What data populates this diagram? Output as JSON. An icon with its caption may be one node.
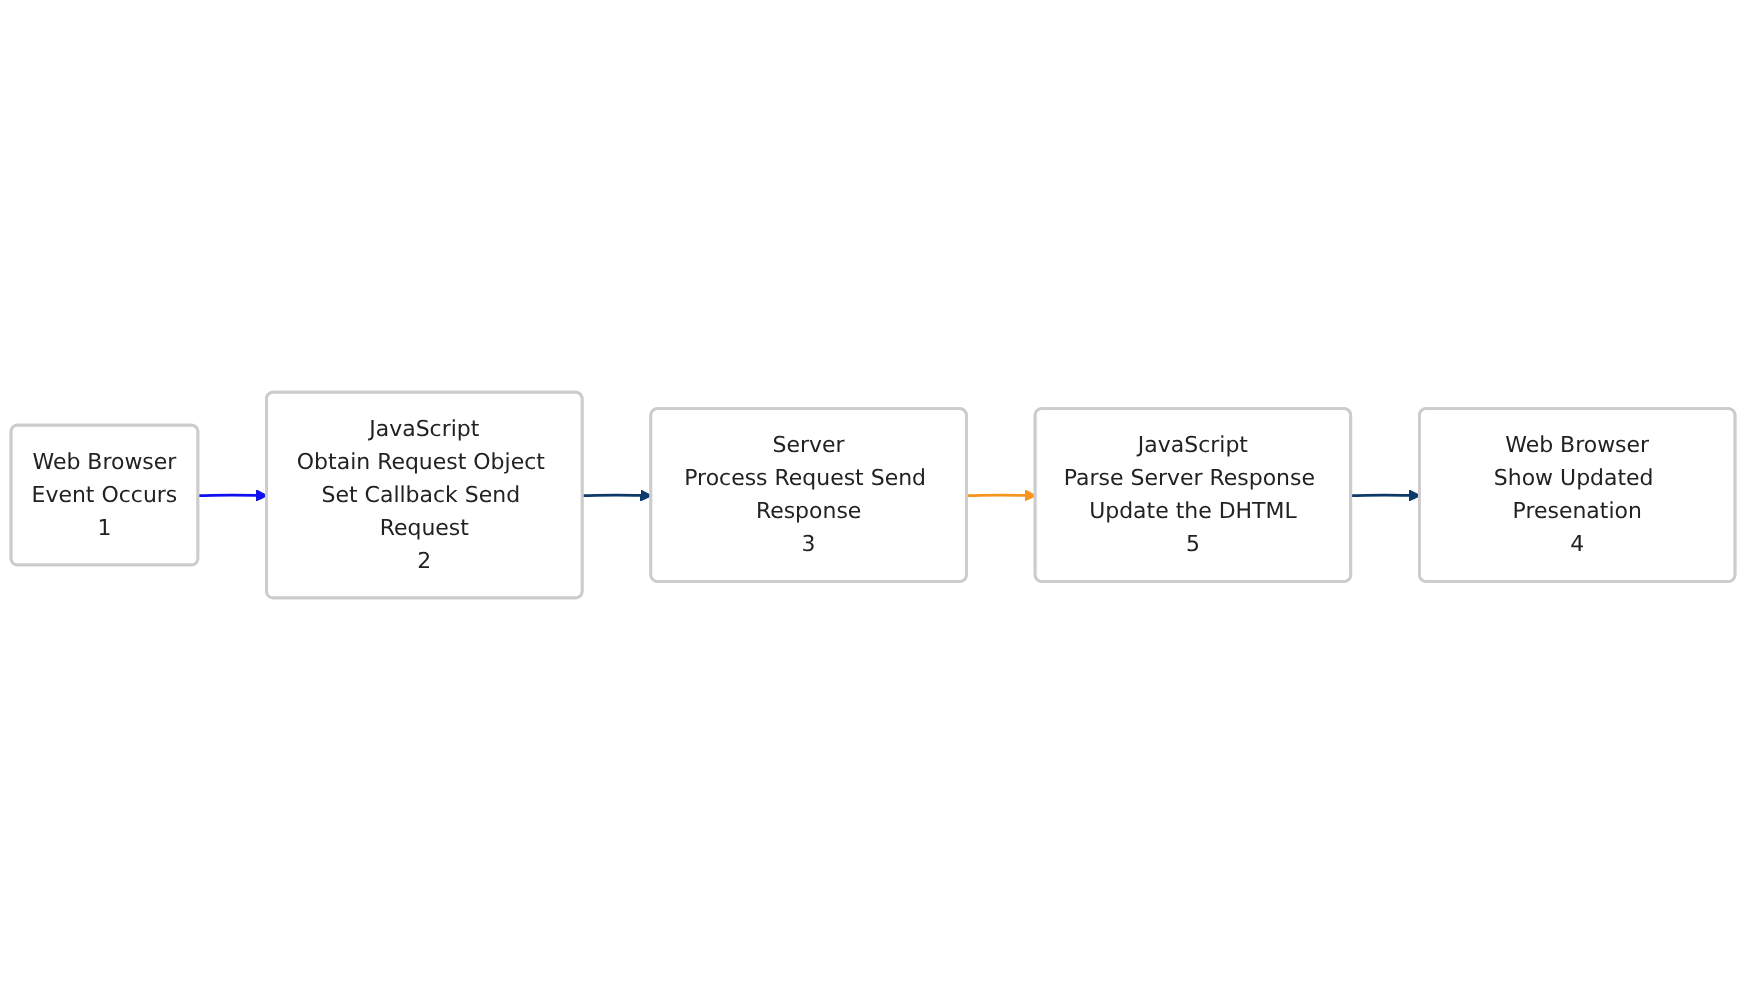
{
  "diagram": {
    "nodes": [
      {
        "text": [
          "Web Browser",
          "Event Occurs",
          "1"
        ]
      },
      {
        "text": [
          "JavaScript",
          "Obtain Request Object Set Callback Send Request",
          "2"
        ]
      },
      {
        "text": [
          "Server",
          "Process Request Send Response",
          "3"
        ]
      },
      {
        "text": [
          "Web Browser",
          "Show Updated Presenation",
          "4"
        ]
      },
      {
        "text": [
          "JavaScript",
          "Parse Server Response Update the DHTML",
          "5"
        ]
      }
    ],
    "edges": [
      {
        "from": 0,
        "to": 1,
        "arrow": "to",
        "color": "#1010ee"
      },
      {
        "from": 1,
        "to": 2,
        "arrow": "to"
      },
      {
        "from": 2,
        "to": 4,
        "arrow": "to",
        "color": "#f7941d"
      },
      {
        "from": 4,
        "to": 3,
        "arrow": "to"
      }
    ]
  }
}
